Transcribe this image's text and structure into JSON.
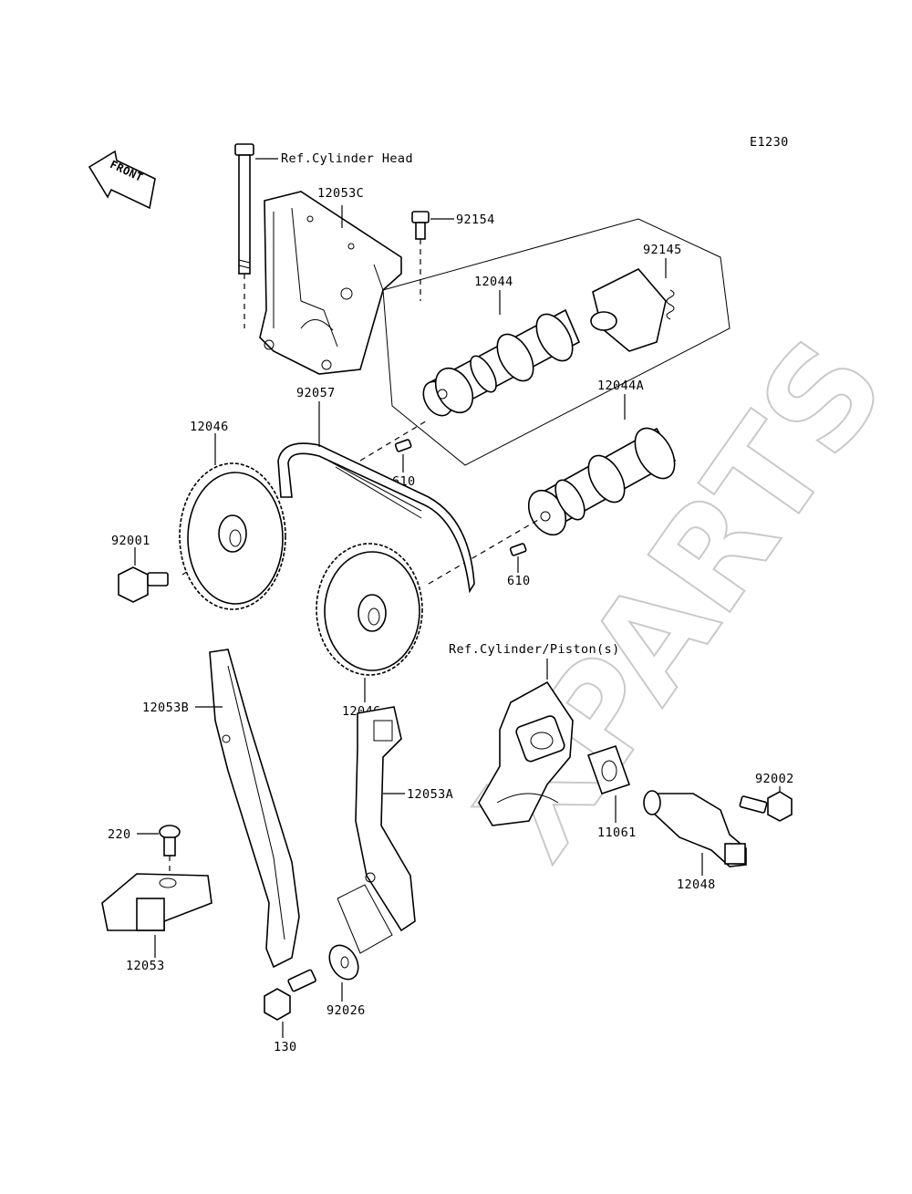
{
  "diagram_code": "E1230",
  "front_label": "FRONT",
  "watermark": "XPARTS",
  "refs": {
    "cylinder_head": "Ref.Cylinder Head",
    "cylinder_piston": "Ref.Cylinder/Piston(s)"
  },
  "parts": {
    "p12053C": "12053C",
    "p92154": "92154",
    "p92145": "92145",
    "p12044": "12044",
    "p12046_top": "12046",
    "p92057": "92057",
    "p610_top": "610",
    "p12044A": "12044A",
    "p92001": "92001",
    "p610_bottom": "610",
    "p12046_bottom": "12046",
    "p12053B": "12053B",
    "p12053A": "12053A",
    "p92002": "92002",
    "p11061": "11061",
    "p12048": "12048",
    "p220": "220",
    "p12053": "12053",
    "p92026": "92026",
    "p130": "130"
  }
}
